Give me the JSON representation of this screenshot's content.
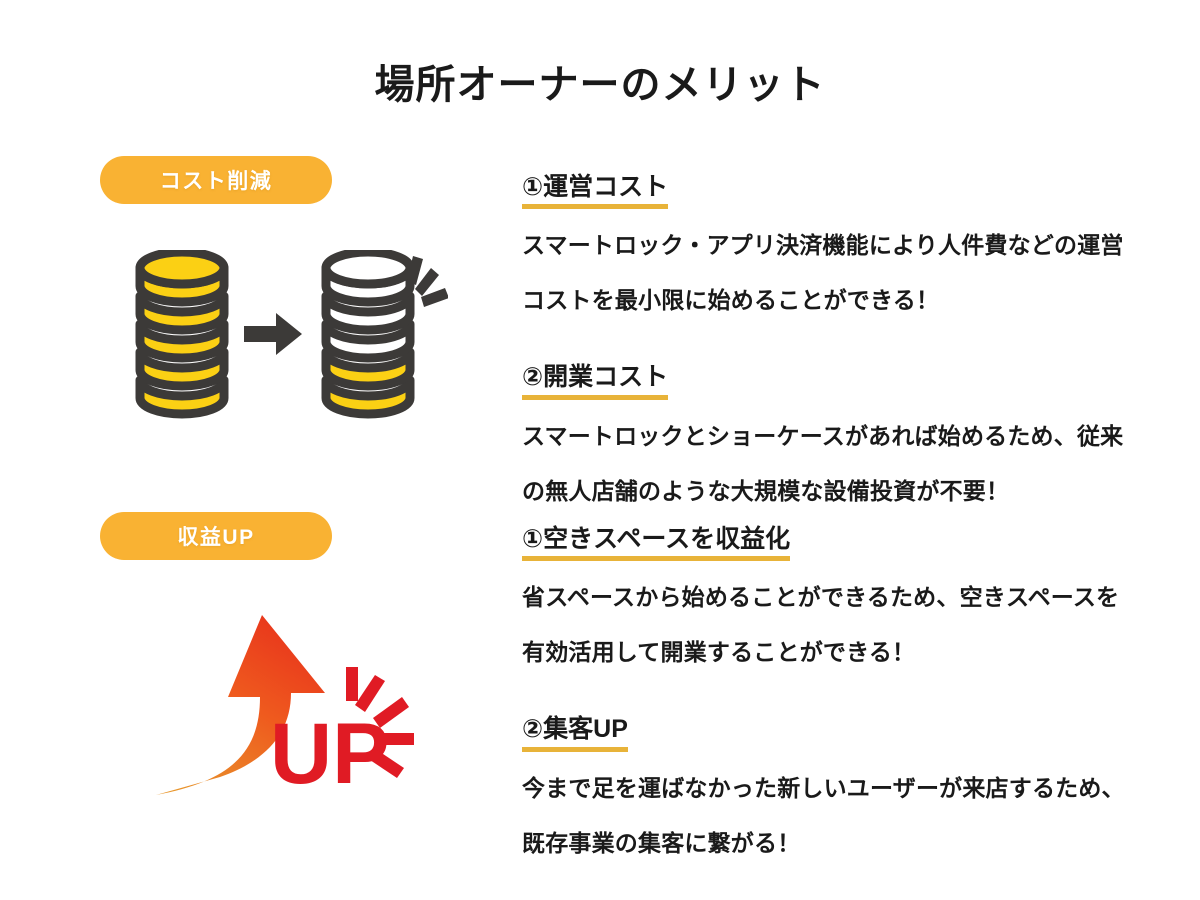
{
  "slide": {
    "title": "場所オーナーのメリット",
    "background_color": "#ffffff",
    "text_color": "#1a1a1a"
  },
  "colors": {
    "badge_bg": "#f9b233",
    "badge_text": "#ffffff",
    "underline": "#e8b339",
    "coin_yellow": "#fbd014",
    "coin_outline": "#3c3a38",
    "coin_white": "#ffffff",
    "arrow_dark": "#3c3a38",
    "up_red": "#e01b24",
    "up_arrow_top": "#e8341c",
    "up_arrow_bottom": "#e8962c"
  },
  "sections": [
    {
      "badge_label": "コスト削減",
      "illustration": "coin-stack-reduction-icon",
      "items": [
        {
          "heading": "①運営コスト",
          "body": "スマートロック・アプリ決済機能により人件費などの運営コストを最小限に始めることができる！"
        },
        {
          "heading": "②開業コスト",
          "body": "スマートロックとショーケースがあれば始めるため、従来の無人店舗のような大規模な設備投資が不要！"
        }
      ]
    },
    {
      "badge_label": "収益UP",
      "illustration": "up-arrow-icon",
      "up_label": "UP",
      "items": [
        {
          "heading": "①空きスペースを収益化",
          "body": "省スペースから始めることができるため、空きスペースを有効活用して開業することができる！"
        },
        {
          "heading": "②集客UP",
          "body": "今まで足を運ばなかった新しいユーザーが来店するため、既存事業の集客に繋がる！"
        }
      ]
    }
  ]
}
